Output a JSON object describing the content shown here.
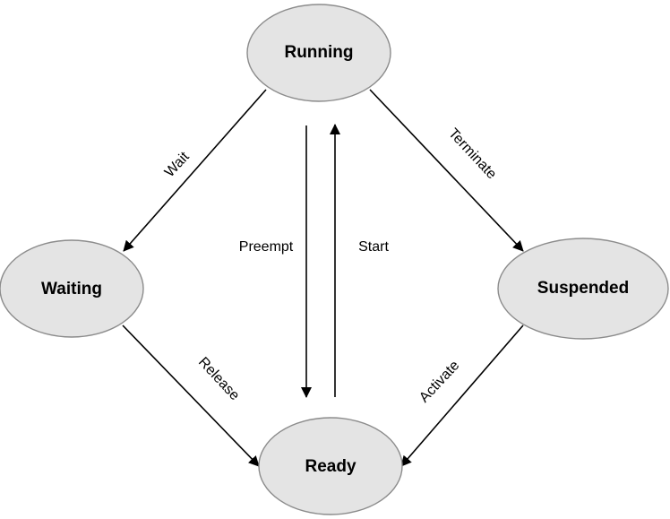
{
  "states": {
    "running": "Running",
    "waiting": "Waiting",
    "suspended": "Suspended",
    "ready": "Ready"
  },
  "transitions": {
    "wait": "Wait",
    "terminate": "Terminate",
    "preempt": "Preempt",
    "start": "Start",
    "release": "Release",
    "activate": "Activate"
  },
  "colors": {
    "state_fill": "#e4e4e4",
    "state_border": "#8c8c8c",
    "line": "#000000"
  }
}
